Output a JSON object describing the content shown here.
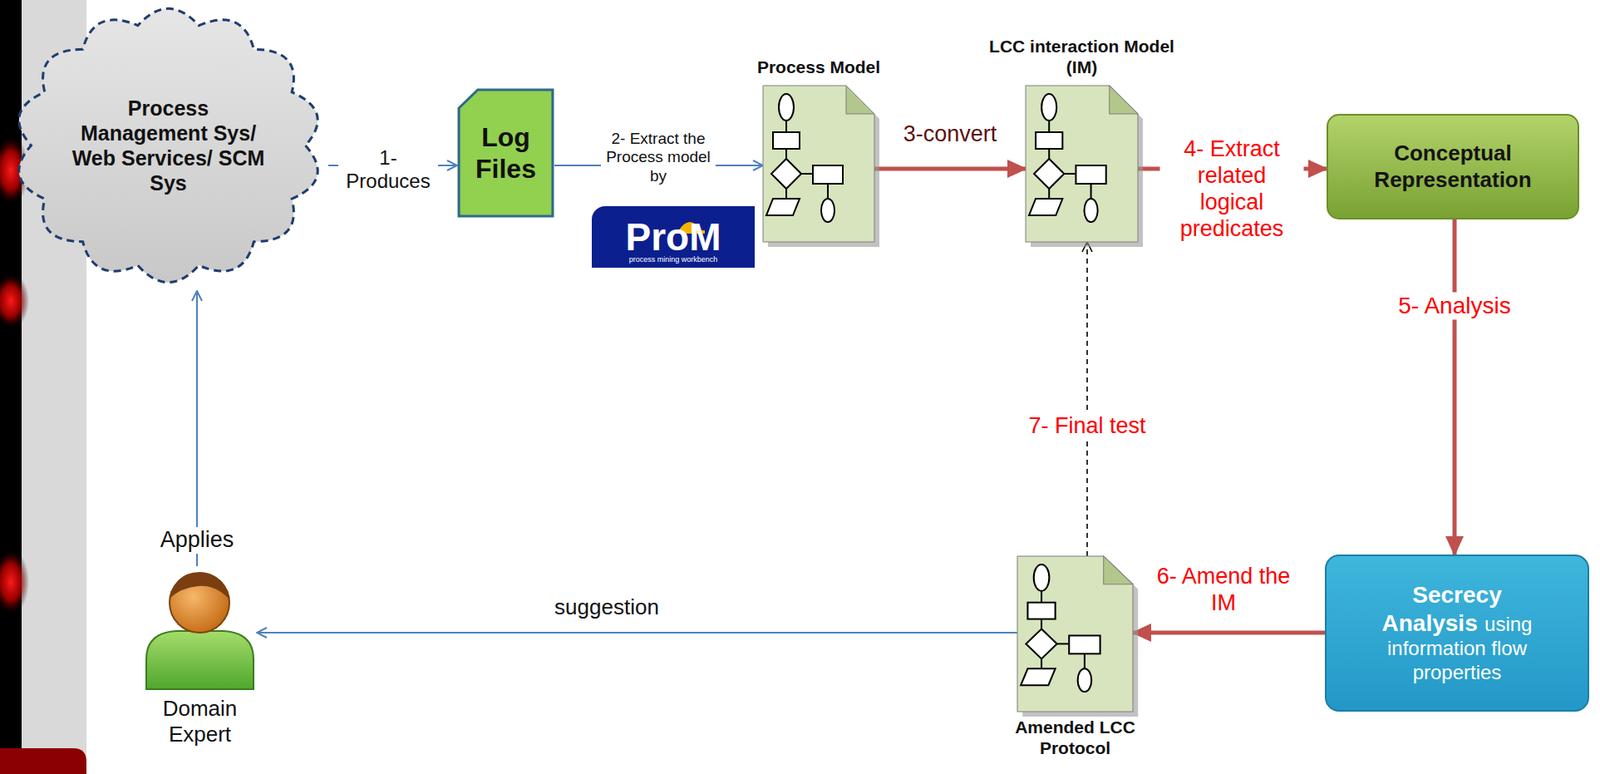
{
  "diagram": {
    "nodes": [
      {
        "text": [
          "Process Management Sys/ Web Services/ SCM Sys"
        ]
      },
      {
        "text": [
          "Log Files"
        ]
      },
      {
        "text": [
          "Process Model"
        ]
      },
      {
        "text": [
          "LCC interaction Model (IM)"
        ]
      },
      {
        "text": [
          "Conceptual Representation"
        ]
      },
      {
        "text": [
          "Domain Expert"
        ]
      },
      {
        "text": [
          "Amended LCC Protocol"
        ]
      },
      {
        "text": [
          "Secrecy Analysis",
          "using information flow properties"
        ]
      }
    ],
    "edges": [
      {
        "from": 0,
        "to": 1,
        "label": "1- Produces",
        "arrow": "to"
      },
      {
        "from": 1,
        "to": 2,
        "label": "2- Extract the Process model by",
        "arrow": "to"
      },
      {
        "from": 2,
        "to": 3,
        "label": "3-convert",
        "arrow": "to"
      },
      {
        "from": 3,
        "to": 4,
        "label": "4- Extract related logical predicates",
        "arrow": "to"
      },
      {
        "from": 4,
        "to": 7,
        "label": "5- Analysis",
        "arrow": "to"
      },
      {
        "from": 7,
        "to": 6,
        "label": "6- Amend the IM",
        "arrow": "to"
      },
      {
        "from": 6,
        "to": 3,
        "label": "7- Final test",
        "arrow": "to"
      },
      {
        "from": 6,
        "to": 5,
        "label": "suggestion",
        "arrow": "to"
      },
      {
        "from": 5,
        "to": 0,
        "label": "Applies",
        "arrow": "to"
      }
    ],
    "labels": [
      "ProM",
      "process mining workbench"
    ]
  }
}
